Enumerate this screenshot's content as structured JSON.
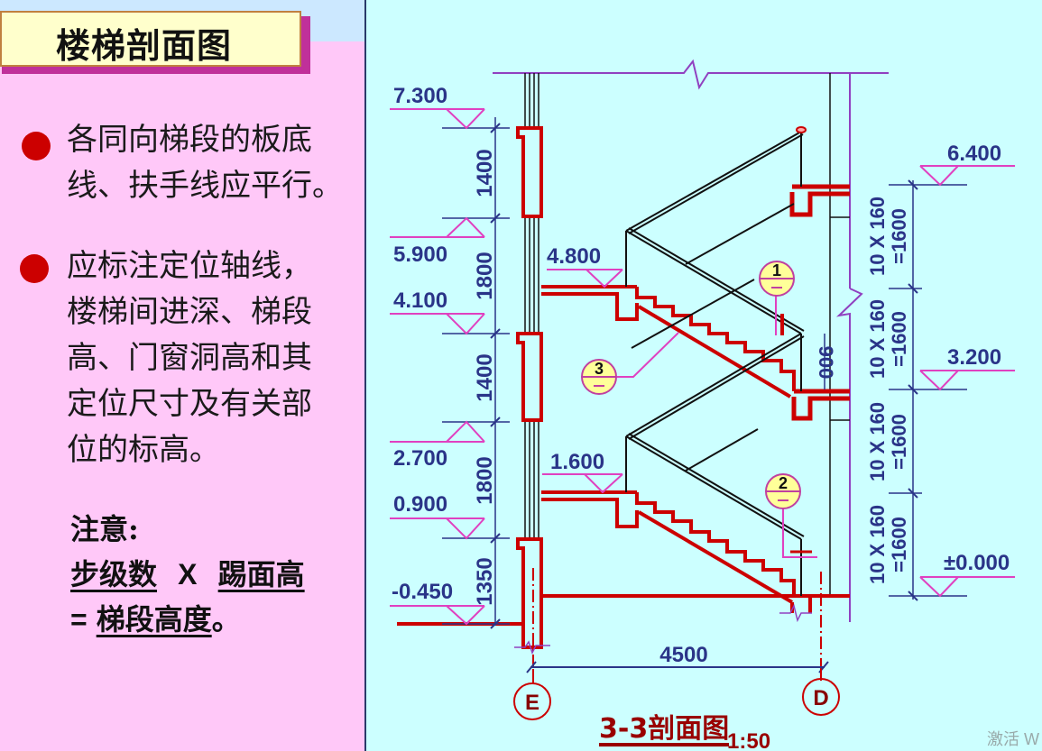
{
  "slide": {
    "title": "楼梯剖面图",
    "bullets": [
      {
        "lines": [
          "各同向梯段的板底",
          "线、扶手线应平行。"
        ]
      },
      {
        "lines": [
          "应标注定位轴线，",
          "楼梯间进深、梯段",
          "高、门窗洞高和其",
          "定位尺寸及有关部",
          "位的标高。"
        ]
      }
    ],
    "note": {
      "heading": "注意:",
      "term1": "步级数",
      "op": "X",
      "term2": "踢面高",
      "eq": "=",
      "result": "梯段高度",
      "end": "。"
    },
    "watermark": "激活 W"
  },
  "drawing": {
    "left_elevations": [
      "7.300",
      "5.900",
      "4.100",
      "2.700",
      "0.900",
      "-0.450"
    ],
    "left_dimensions": [
      "1400",
      "1800",
      "1400",
      "1800",
      "1350"
    ],
    "landing_elevations": [
      "4.800",
      "1.600"
    ],
    "right_elevations": [
      "6.400",
      "3.200",
      "±0.000"
    ],
    "right_dimensions": [
      {
        "top": "10 X 160",
        "bottom": "=1600"
      },
      {
        "top": "10 X 160",
        "bottom": "=1600"
      },
      {
        "top": "10 X 160",
        "bottom": "=1600"
      }
    ],
    "handrail_height": "900",
    "axis_span": "4500",
    "axes": [
      "E",
      "D"
    ],
    "detail_markers": [
      "1",
      "2",
      "3"
    ],
    "caption": "3-3剖面图",
    "scale": "1:50",
    "colors": {
      "structure": "#cc0000",
      "dimension": "#2a3488",
      "elevation_mark": "#e040c0",
      "break_line": "#9040c0",
      "marker_fill": "#ffff99"
    }
  }
}
